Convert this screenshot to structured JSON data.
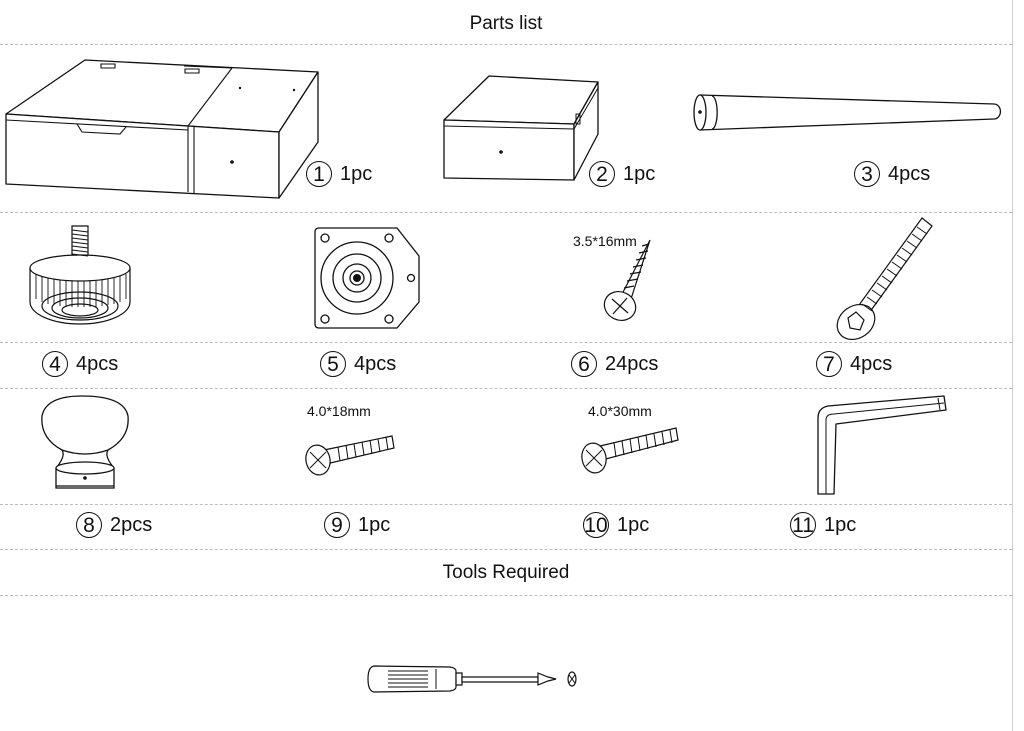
{
  "headings": {
    "parts": "Parts list",
    "tools": "Tools Required"
  },
  "parts": [
    {
      "number": "1",
      "qty": "1pc"
    },
    {
      "number": "2",
      "qty": "1pc"
    },
    {
      "number": "3",
      "qty": "4pcs"
    },
    {
      "number": "4",
      "qty": "4pcs"
    },
    {
      "number": "5",
      "qty": "4pcs"
    },
    {
      "number": "6",
      "qty": "24pcs",
      "spec": "3.5*16mm"
    },
    {
      "number": "7",
      "qty": "4pcs"
    },
    {
      "number": "8",
      "qty": "2pcs"
    },
    {
      "number": "9",
      "qty": "1pc",
      "spec": "4.0*18mm"
    },
    {
      "number": "10",
      "qty": "1pc",
      "spec": "4.0*30mm"
    },
    {
      "number": "11",
      "qty": "1pc"
    }
  ],
  "tools": [
    {
      "icon": "screwdriver-icon"
    }
  ]
}
